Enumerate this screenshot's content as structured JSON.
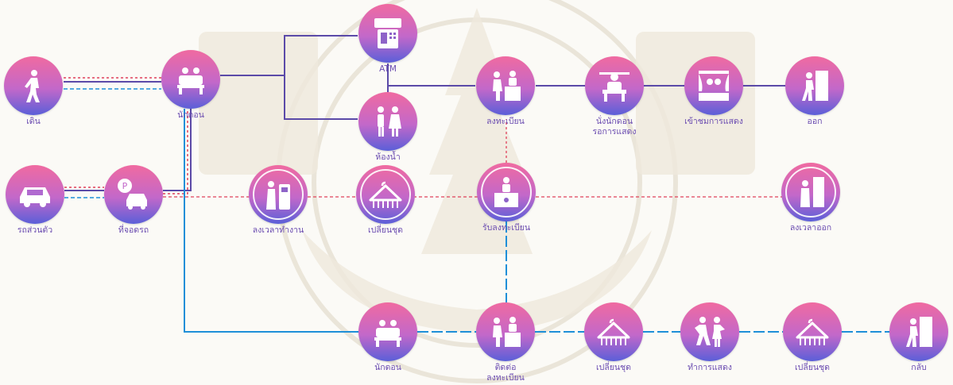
{
  "colors": {
    "gradient_top": "#f06aa0",
    "gradient_mid": "#c368c9",
    "gradient_bottom": "#5b5fd8",
    "label": "#6a4bb0",
    "line_purple": "#5b4aa8",
    "line_red": "#e0405a",
    "line_blue": "#1e8fd8"
  },
  "nodes": [
    {
      "id": "walk",
      "icon": "walking-person-icon",
      "label": [
        "เดิน"
      ]
    },
    {
      "id": "seat",
      "icon": "seated-audience-icon",
      "label": [
        "นักดอน"
      ]
    },
    {
      "id": "atm",
      "icon": "atm-icon",
      "label": [
        "ATM"
      ]
    },
    {
      "id": "toilet",
      "icon": "restroom-icon",
      "label": [
        "ห้องน้ำ"
      ]
    },
    {
      "id": "register",
      "icon": "registration-desk-icon",
      "label": [
        "ลงทะเบียน"
      ]
    },
    {
      "id": "wait",
      "icon": "waiting-audience-icon",
      "label": [
        "นั่งนักดอน",
        "รอการแสดง"
      ]
    },
    {
      "id": "enter_show",
      "icon": "theater-stage-icon",
      "label": [
        "เข้าชมการแสดง"
      ]
    },
    {
      "id": "exit",
      "icon": "exit-door-icon",
      "label": [
        "ออก"
      ]
    },
    {
      "id": "car",
      "icon": "car-icon",
      "label": [
        "รถส่วนตัว"
      ]
    },
    {
      "id": "parking",
      "icon": "parking-icon",
      "label": [
        "ที่จอดรถ"
      ]
    },
    {
      "id": "clock_in",
      "icon": "time-clock-icon",
      "label": [
        "ลงเวลาทำงาน"
      ]
    },
    {
      "id": "change1",
      "icon": "hanger-icon",
      "label": [
        "เปลี่ยนชุด"
      ]
    },
    {
      "id": "receive_reg",
      "icon": "reception-desk-icon",
      "label": [
        "รับลงทะเบียน"
      ]
    },
    {
      "id": "clock_out",
      "icon": "clock-out-door-icon",
      "label": [
        "ลงเวลาออก"
      ]
    },
    {
      "id": "seat2",
      "icon": "seated-audience-icon",
      "label": [
        "นักดอน"
      ]
    },
    {
      "id": "contact_reg",
      "icon": "registration-desk-icon",
      "label": [
        "ติดต่อ",
        "ลงทะเบียน"
      ]
    },
    {
      "id": "change2",
      "icon": "hanger-icon",
      "label": [
        "เปลี่ยนชุด"
      ]
    },
    {
      "id": "perform",
      "icon": "dancers-icon",
      "label": [
        "ทำการแสดง"
      ]
    },
    {
      "id": "change3",
      "icon": "hanger-icon",
      "label": [
        "เปลี่ยนชุด"
      ]
    },
    {
      "id": "return",
      "icon": "exit-door-icon",
      "label": [
        "กลับ"
      ]
    }
  ]
}
